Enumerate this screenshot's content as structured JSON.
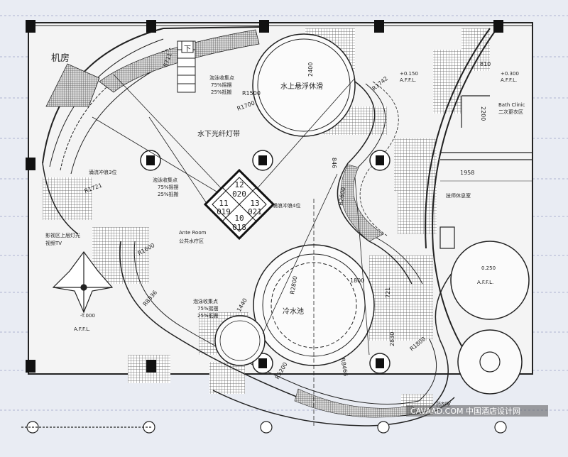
{
  "labels": {
    "machine_room": "机房",
    "down": "下",
    "underwater_lounge": "水上悬浮休滑",
    "underwater_light": "水下光纤灯带",
    "spray_pool_l": "涌流冲浪3位",
    "jacuzzi_top": "泡泳收集点",
    "jacuzzi_top_s1": "75%摇摆",
    "jacuzzi_top_s2": "25%抵搬",
    "jacuzzi_center": "泡泳收集点",
    "jacuzzi_center_s1": "75%摇摆",
    "jacuzzi_center_s2": "25%抵搬",
    "spray_pool_r": "涌浪冲浪4位",
    "ante_room_en": "Ante Room",
    "ante_room_cn": "公共水疗区",
    "tv_wall": "影视区上层灯光",
    "tv_wall2": "视频TV",
    "jacuzzi_bottom": "泡泳收集点",
    "jacuzzi_bottom_s1": "75%摇摆",
    "jacuzzi_bottom_s2": "25%抵搬",
    "cold_pool": "冷水池",
    "therapist_rest": "技师休息室",
    "bath_clinic_en": "Bath Clinic",
    "bath_clinic_cn": "二次更衣区",
    "medicine_room": "药剂室"
  },
  "elevations": {
    "e1_v": "+0.150",
    "e1_l": "A.F.F.L.",
    "e2_v": "+0.300",
    "e2_l": "A.F.F.L.",
    "e3_v": "0.250",
    "e3_l": "A.F.F.L.",
    "e4_v": "-T.000",
    "e4_l": "A.F.F.L."
  },
  "diamond": {
    "top": "12",
    "top_sub": "020",
    "left": "11",
    "left_sub": "019",
    "right": "13",
    "right_sub": "021",
    "bottom": "10",
    "bottom_sub": "018"
  },
  "dims": {
    "r1500": "R1500",
    "r1700": "R1700",
    "r1742": "R1742",
    "r1721": "R1721",
    "r1600": "R1600",
    "r2600": "R2600",
    "r2800": "R2800",
    "r1800": "R1800",
    "r8466": "R8466",
    "r5200": "R5200",
    "r8336": "R8336",
    "d810": "810",
    "d1958": "1958",
    "d846": "846",
    "d2200": "2200",
    "d721": "721",
    "d2830": "2830",
    "d1800": "1800",
    "d1440": "1440",
    "d8711": "8711",
    "d2400": "2400"
  },
  "watermark": "CAVAAD.COM 中国酒店设计网"
}
